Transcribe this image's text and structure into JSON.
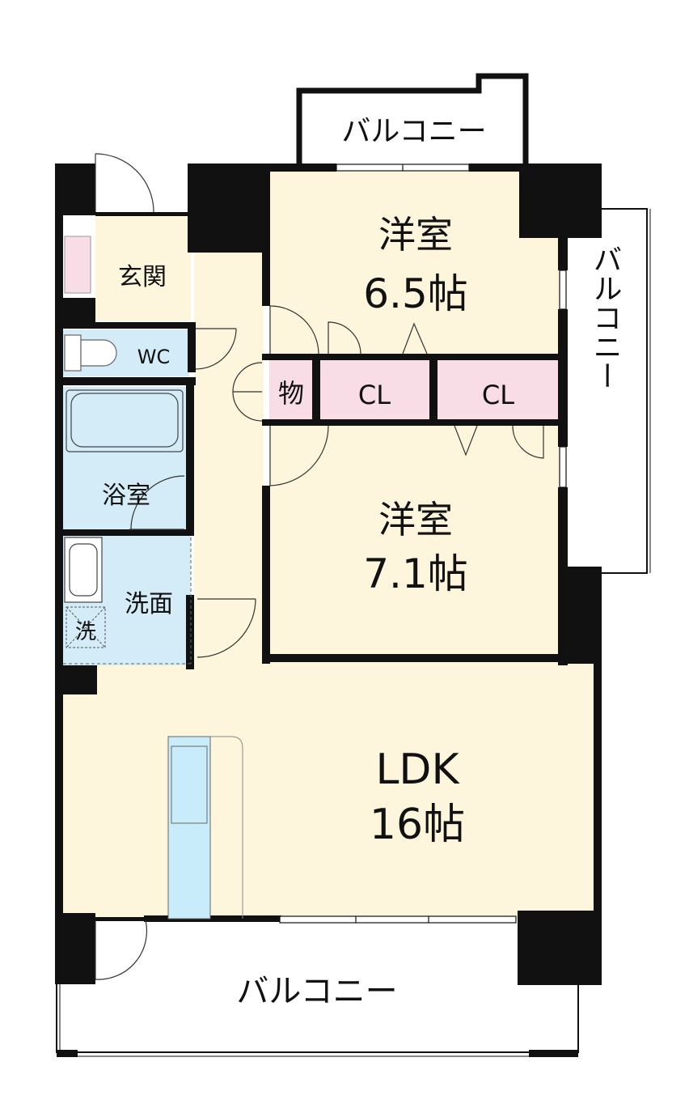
{
  "rooms": {
    "western_top": {
      "name": "洋室",
      "size": "6.5帖"
    },
    "western_bottom": {
      "name": "洋室",
      "size": "7.1帖"
    },
    "ldk": {
      "name": "LDK",
      "size": "16帖"
    },
    "entrance": "玄関",
    "wc": "WC",
    "bath": "浴室",
    "washroom": "洗面",
    "washer": "洗",
    "storage": "物",
    "closet_left": "CL",
    "closet_right": "CL"
  },
  "balconies": {
    "top": "バルコニー",
    "side": "バルコニー",
    "bottom": "バルコニー"
  },
  "colors": {
    "room_fill": "#fdf5dc",
    "wet_area_fill": "#d3ecf7",
    "closet_fill": "#f8dde6",
    "wall": "#111111",
    "fixture_fill": "#c9ecfa"
  }
}
